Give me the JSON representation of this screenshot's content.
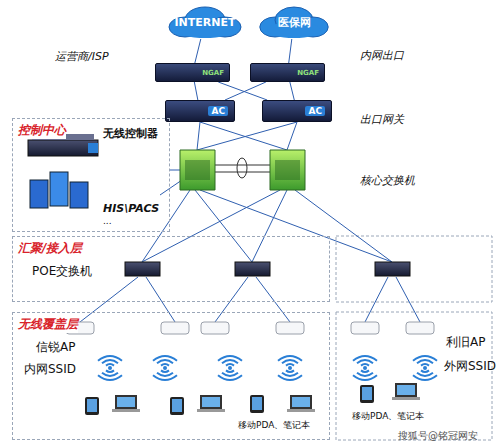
{
  "diagram": {
    "nodes": [
      {
        "text": [
          "INTERNET"
        ]
      },
      {
        "text": [
          "医保网"
        ]
      },
      {
        "text": [
          "NGAF"
        ]
      },
      {
        "text": [
          "NGAF"
        ]
      },
      {
        "text": [
          "AC"
        ]
      },
      {
        "text": [
          "AC"
        ]
      },
      {
        "text": [
          "控制中心"
        ]
      },
      {
        "text": [
          "汇聚/接入层"
        ]
      },
      {
        "text": [
          "无线覆盖层"
        ]
      }
    ],
    "edges": [
      {
        "from": 0,
        "to": 2,
        "arrow": "none"
      },
      {
        "from": 1,
        "to": 3,
        "arrow": "none"
      },
      {
        "from": 2,
        "to": 4,
        "arrow": "none"
      },
      {
        "from": 2,
        "to": 5,
        "arrow": "none"
      },
      {
        "from": 3,
        "to": 4,
        "arrow": "none"
      },
      {
        "from": 3,
        "to": 5,
        "arrow": "none"
      }
    ],
    "labels": [
      "运营商/ISP",
      "内网出口",
      "出口网关",
      "核心交换机",
      "无线控制器",
      "HIS\\PACS",
      "...",
      "POE交换机",
      "信锐AP",
      "内网SSID",
      "利旧AP",
      "外网SSID",
      "移动PDA、笔记本",
      "移动PDA、笔记本",
      "搜狐号@铭冠网安"
    ]
  }
}
